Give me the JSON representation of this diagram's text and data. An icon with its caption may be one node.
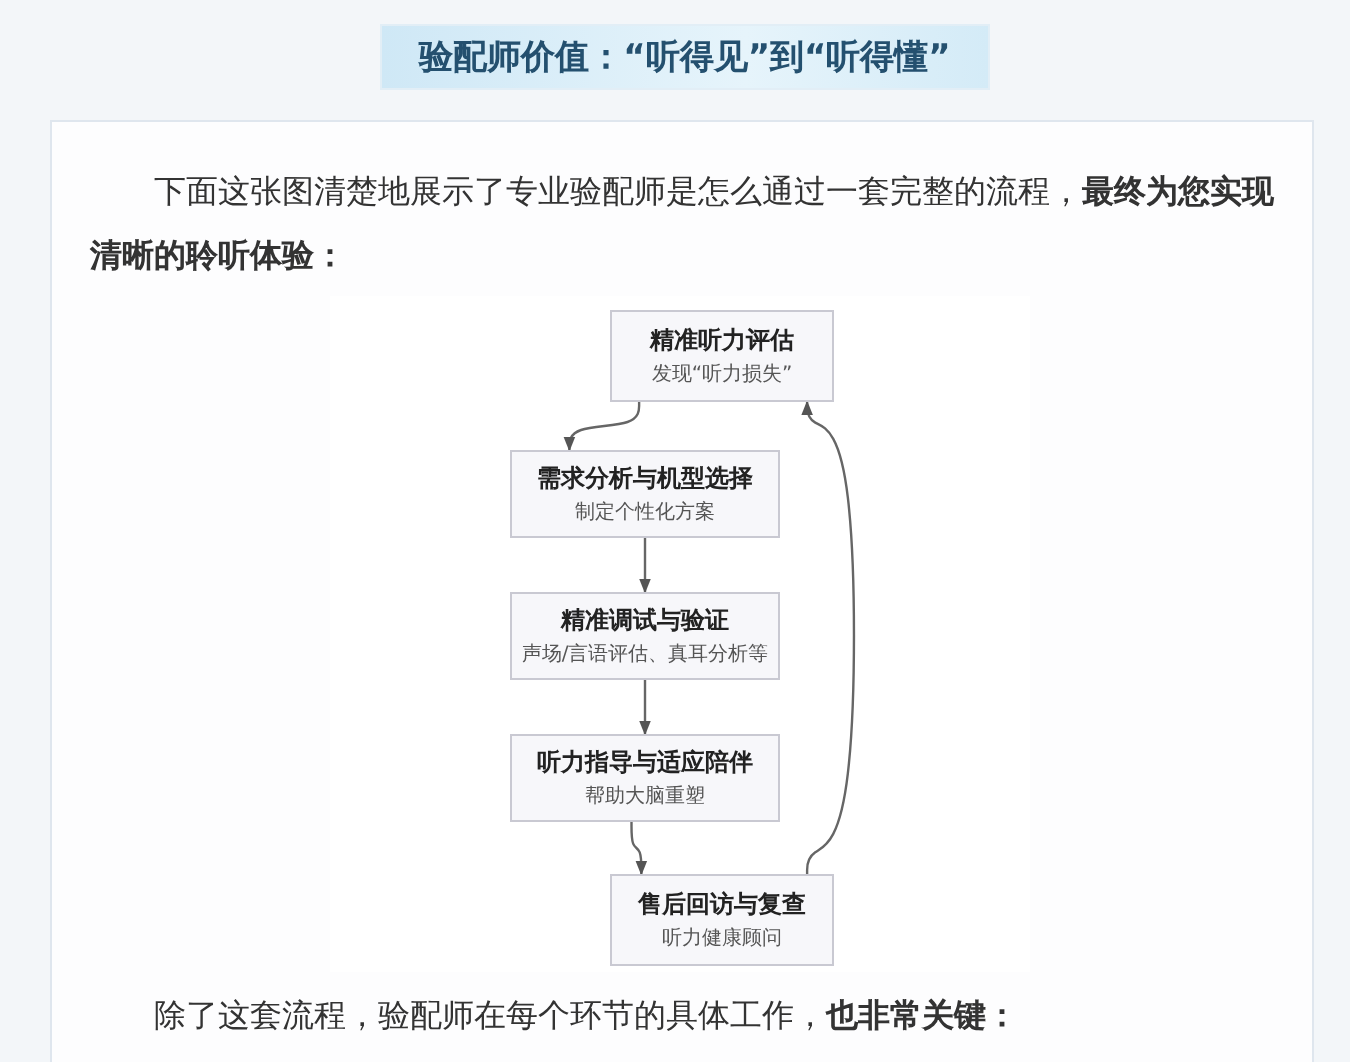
{
  "diagram": {
    "title": "验配师价值：“听得见”到“听得懂”",
    "nodes": [
      {
        "text": [
          "精准听力评估",
          "发现“听力损失”"
        ]
      },
      {
        "text": [
          "需求分析与机型选择",
          "制定个性化方案"
        ]
      },
      {
        "text": [
          "精准调试与验证",
          "声场/言语评估、真耳分析等"
        ]
      },
      {
        "text": [
          "听力指导与适应陪伴",
          "帮助大脑重塑"
        ]
      },
      {
        "text": [
          "售后回访与复查",
          "听力健康顾问"
        ]
      }
    ],
    "edges": [
      {
        "from": 0,
        "to": 1,
        "arrow": "to"
      },
      {
        "from": 1,
        "to": 2,
        "arrow": "to"
      },
      {
        "from": 2,
        "to": 3,
        "arrow": "to"
      },
      {
        "from": 3,
        "to": 4,
        "arrow": "to"
      },
      {
        "from": 4,
        "to": 0,
        "arrow": "to"
      }
    ],
    "labels": [
      "下面这张图清楚地展示了专业验配师是怎么通过一套完整的流程，**最终为您实现清晰的聆听体验：**",
      "除了这套流程，验配师在每个环节的具体工作，**也非常关键：**"
    ]
  }
}
